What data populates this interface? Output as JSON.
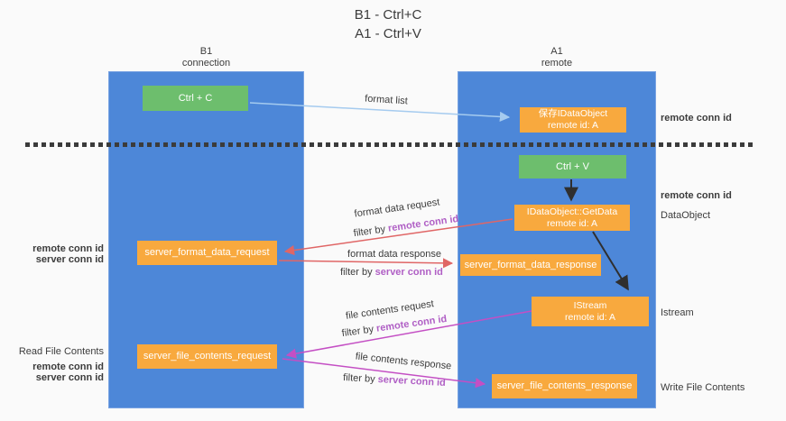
{
  "title": {
    "line1": "B1 - Ctrl+C",
    "line2": "A1 - Ctrl+V"
  },
  "lanes": {
    "left": {
      "title": "B1",
      "subtitle": "connection"
    },
    "right": {
      "title": "A1",
      "subtitle": "remote"
    }
  },
  "nodes": {
    "ctrl_c": {
      "label": "Ctrl + C"
    },
    "ctrl_v": {
      "label": "Ctrl + V"
    },
    "save_idataobject": {
      "line1": "保存IDataObject",
      "line2": "remote id: A"
    },
    "getdata": {
      "line1": "IDataObject::GetData",
      "line2": "remote id: A"
    },
    "istream": {
      "line1": "IStream",
      "line2": "remote id: A"
    },
    "server_format_data_request": {
      "label": "server_format_data_request"
    },
    "server_format_data_response": {
      "label": "server_format_data_response"
    },
    "server_file_contents_request": {
      "label": "server_file_contents_request"
    },
    "server_file_contents_response": {
      "label": "server_file_contents_response"
    }
  },
  "edge_labels": {
    "format_list": "format list",
    "format_data_request": "format data request",
    "format_data_response": "format data response",
    "file_contents_request": "file contents request",
    "file_contents_response": "file contents response",
    "filter_by": "filter by",
    "remote_conn_id": "remote conn id",
    "server_conn_id": "server conn id"
  },
  "side_labels": {
    "remote_conn_id": "remote conn id",
    "server_conn_id": "server conn id",
    "dataobject": "DataObject",
    "istream": "Istream",
    "read_file_contents": "Read File Contents",
    "write_file_contents": "Write File Contents"
  },
  "colors": {
    "lane_blue": "#4d87d8",
    "node_green": "#6dbe6d",
    "node_orange": "#f8a93e",
    "arrow_light_blue": "#a5cbef",
    "arrow_red": "#e06666",
    "arrow_magenta": "#c44fc4",
    "arrow_black": "#2f2f2f",
    "text_purple": "#b05fc5",
    "text_green": "#6ec06e",
    "text_dark": "#3c3c3c",
    "background": "#fafafa"
  }
}
